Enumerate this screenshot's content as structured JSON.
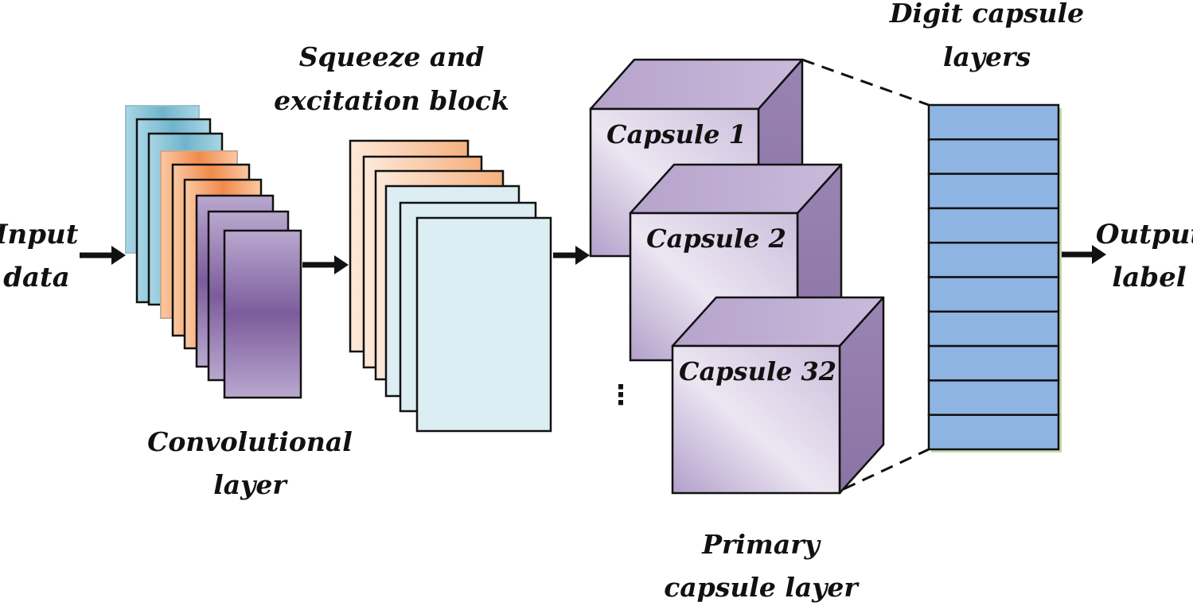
{
  "labels": {
    "input_line1": "Input",
    "input_line2": "data",
    "conv_line1": "Convolutional",
    "conv_line2": "layer",
    "se_line1": "Squeeze and",
    "se_line2": "excitation block",
    "primary_line1": "Primary",
    "primary_line2": "capsule layer",
    "digit_line1": "Digit capsule",
    "digit_line2": "layers",
    "output_line1": "Output",
    "output_line2": "label"
  },
  "capsules": [
    {
      "label": "Capsule 1"
    },
    {
      "label": "Capsule 2"
    },
    {
      "label": "Capsule 32"
    }
  ],
  "ellipsis": "⋮",
  "colors": {
    "conv_blue": "#7fbfd4",
    "conv_orange": "#f4a46c",
    "conv_purple": "#8a6aa6",
    "se_orange": "#f8c9a4",
    "se_lightblue": "#dbeef5",
    "capsule_purple": "#b8a6cc",
    "digit_blue": "#8eb4e3"
  }
}
